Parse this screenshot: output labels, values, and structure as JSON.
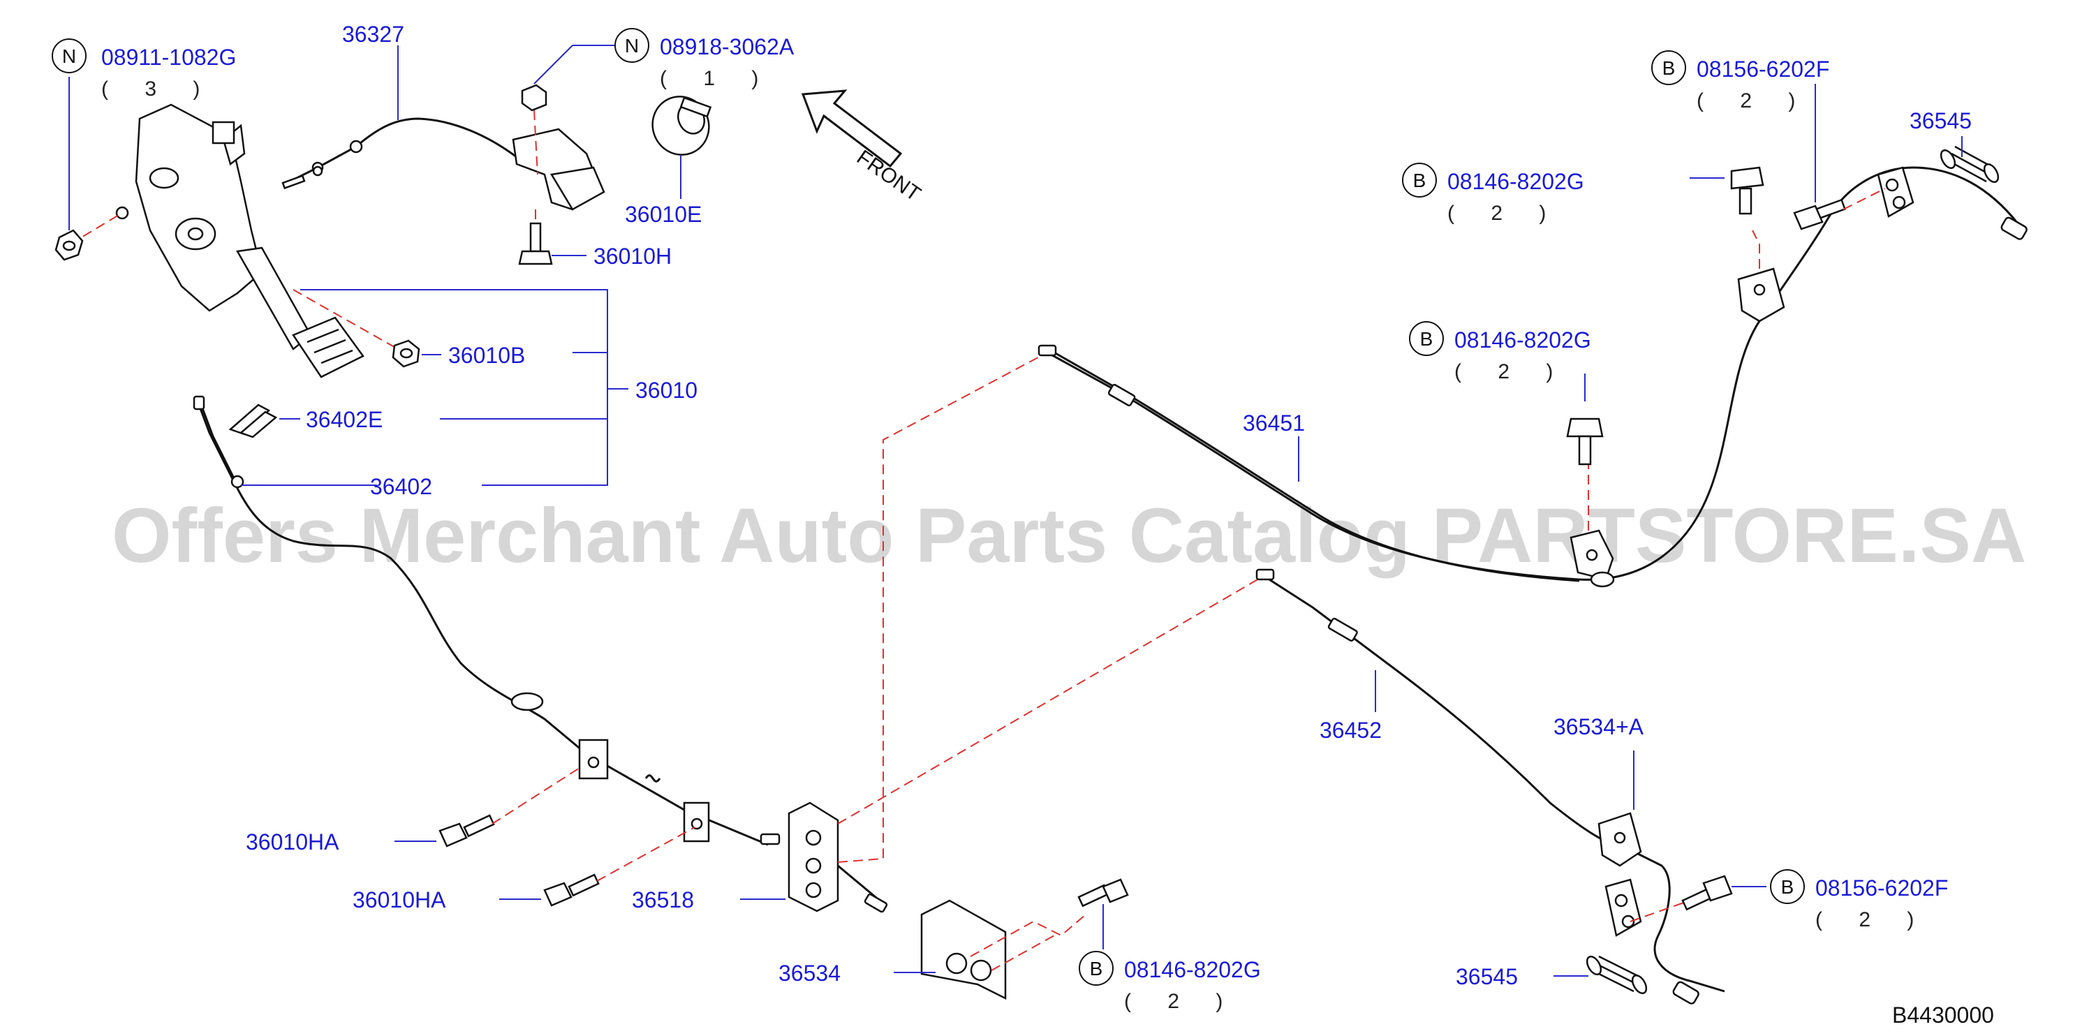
{
  "watermark": "Offers Merchant Auto Parts Catalog PARTSTORE.SA",
  "diagram_code": "B4430000",
  "front_label": "FRONT",
  "parts": {
    "p36327": "36327",
    "p36010E": "36010E",
    "p36010H": "36010H",
    "p36010B": "36010B",
    "p36010": "36010",
    "p36402E": "36402E",
    "p36402": "36402",
    "p36451": "36451",
    "p36452": "36452",
    "p36545_top": "36545",
    "p36545_bottom": "36545",
    "p36534A": "36534+A",
    "p36518": "36518",
    "p36534": "36534",
    "p36010HA_1": "36010HA",
    "p36010HA_2": "36010HA"
  },
  "fasteners": [
    {
      "badge": "N",
      "part": "08911-1082G",
      "qty": "( 3 )"
    },
    {
      "badge": "N",
      "part": "08918-3062A",
      "qty": "( 1 )"
    },
    {
      "badge": "B",
      "part": "08156-6202F",
      "qty": "( 2 )"
    },
    {
      "badge": "B",
      "part": "08146-8202G",
      "qty": "( 2 )"
    },
    {
      "badge": "B",
      "part": "08146-8202G",
      "qty": "( 2 )"
    },
    {
      "badge": "B",
      "part": "08156-6202F",
      "qty": "( 2 )"
    },
    {
      "badge": "B",
      "part": "08146-8202G",
      "qty": "( 2 )"
    }
  ]
}
